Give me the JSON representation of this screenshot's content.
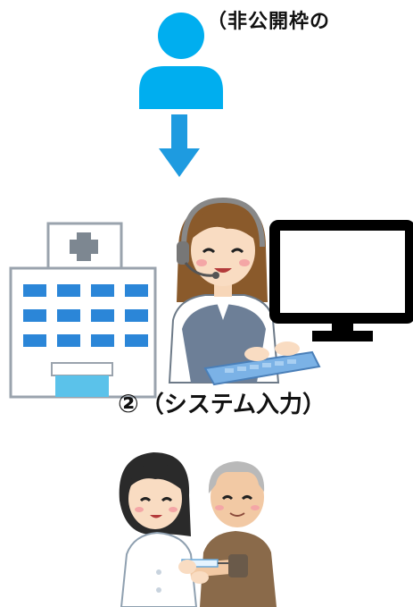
{
  "top_caption": "（非公開枠の",
  "step": {
    "number": "②",
    "caption": "（システム入力）"
  },
  "colors": {
    "person_icon": "#00aeef",
    "arrow": "#1e9be0",
    "monitor": "#000000"
  },
  "icons": [
    "person-icon",
    "down-arrow-icon",
    "hospital-icon",
    "call-operator-icon",
    "monitor-icon",
    "vaccination-icon"
  ]
}
